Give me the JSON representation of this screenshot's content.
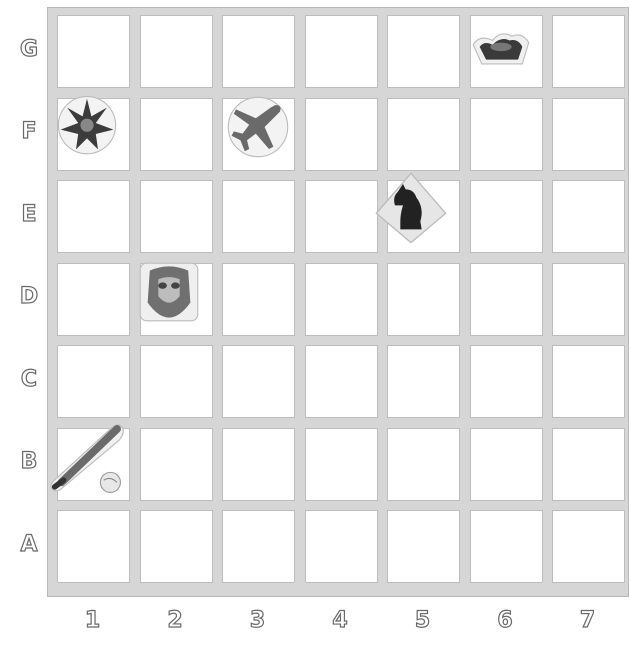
{
  "rows": [
    "G",
    "F",
    "E",
    "D",
    "C",
    "B",
    "A"
  ],
  "columns": [
    "1",
    "2",
    "3",
    "4",
    "5",
    "6",
    "7"
  ],
  "pieces": [
    {
      "name": "boat-piece",
      "icon": "boat-icon",
      "row": "G",
      "col": "6"
    },
    {
      "name": "fern-piece",
      "icon": "fern-icon",
      "row": "F",
      "col": "1"
    },
    {
      "name": "airplane-piece",
      "icon": "airplane-icon",
      "row": "F",
      "col": "3"
    },
    {
      "name": "chess-knight-piece",
      "icon": "chess-knight-icon",
      "row": "E",
      "col": "5"
    },
    {
      "name": "face-piece",
      "icon": "face-icon",
      "row": "D",
      "col": "2"
    },
    {
      "name": "baseball-bat-piece",
      "icon": "baseball-bat-icon",
      "row": "B",
      "col": "1"
    }
  ]
}
